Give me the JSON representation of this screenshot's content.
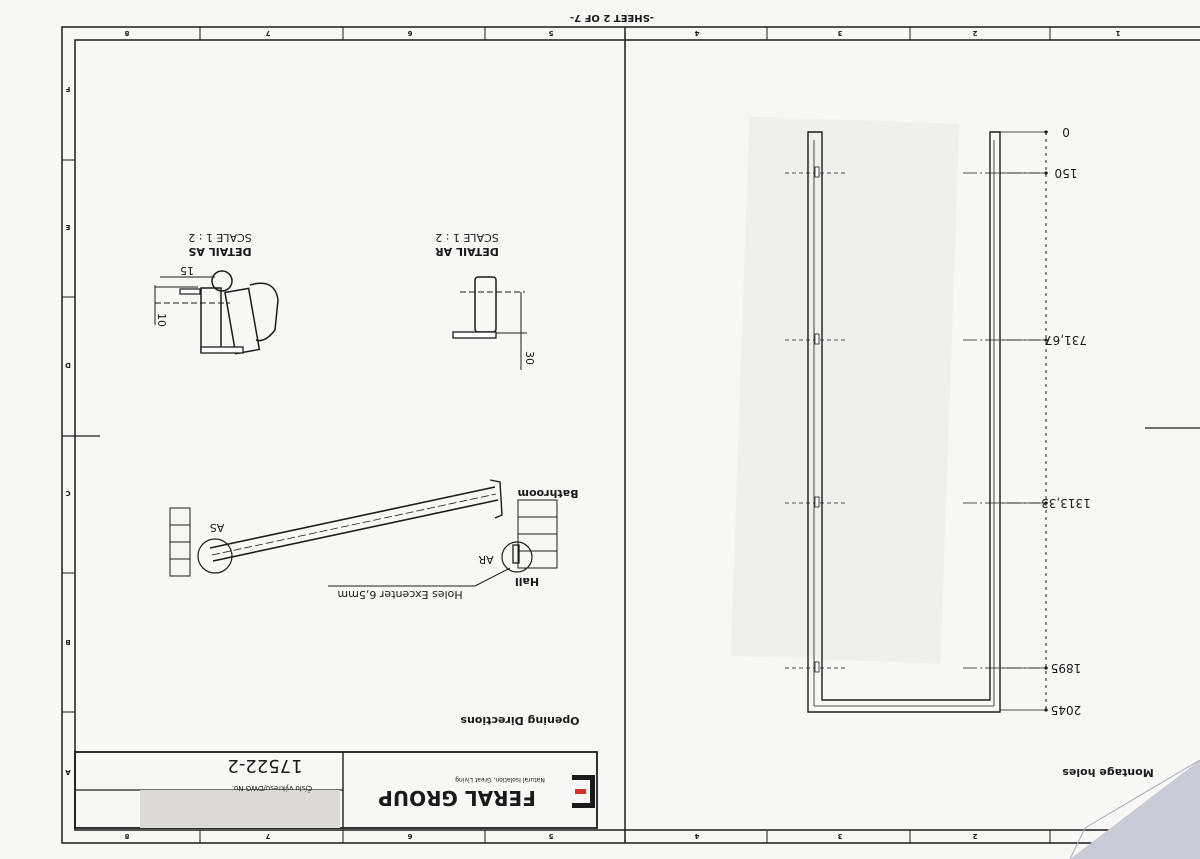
{
  "sheet": {
    "label": "-SHEET 2 OF 7-"
  },
  "zones": {
    "columns": [
      "8",
      "7",
      "6",
      "5",
      "4",
      "3",
      "2",
      "1"
    ],
    "rows": [
      "F",
      "E",
      "D",
      "C",
      "B",
      "A"
    ]
  },
  "details": {
    "as": {
      "title": "DETAIL AS",
      "scale": "SCALE 1 : 2",
      "dim_h": "15",
      "dim_v": "10"
    },
    "ar": {
      "title": "DETAIL AR",
      "scale": "SCALE 1 : 2",
      "dim_v": "30"
    }
  },
  "plan": {
    "bathroom": "Bathroom",
    "hall": "Hall",
    "ar_label": "AR",
    "as_label": "AS",
    "holes_note": "Holes Excenter 6,5mm",
    "heading": "Opening Directions"
  },
  "montage": {
    "heading": "Montage holes",
    "dimensions": [
      "0",
      "150",
      "731,67",
      "1313,33",
      "1895",
      "2045"
    ]
  },
  "title_block": {
    "company": "FERAL GROUP",
    "tagline": "Natural Isolation, Great Living",
    "dwg_label": "Číslo výkresu/DWG No.",
    "dwg_number": "17522-2",
    "logo_accent": "#d9302a"
  }
}
